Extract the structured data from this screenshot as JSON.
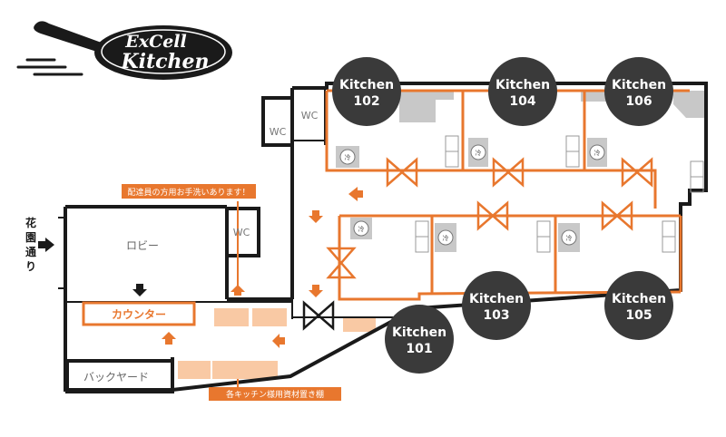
{
  "logo": {
    "line1": "ExCell",
    "line2": "Kitchen"
  },
  "street_label": [
    "花",
    "園",
    "通",
    "り"
  ],
  "rooms": {
    "wc_top": "WC",
    "wc_left": "WC",
    "wc_lobby": "WC",
    "lobby": "ロビー",
    "backyard": "バックヤード",
    "counter": "カウンター"
  },
  "notes": {
    "handwash": "配達員の方用お手洗いあります！",
    "shelf": "各キッチン様用資材置き棚"
  },
  "fridge_icon": "冷",
  "kitchens": [
    {
      "label": "Kitchen",
      "number": "102"
    },
    {
      "label": "Kitchen",
      "number": "104"
    },
    {
      "label": "Kitchen",
      "number": "106"
    },
    {
      "label": "Kitchen",
      "number": "103"
    },
    {
      "label": "Kitchen",
      "number": "105"
    },
    {
      "label": "Kitchen",
      "number": "101"
    }
  ],
  "colors": {
    "accent": "#e8772e",
    "wall": "#1a1a1a",
    "badge": "#3a3a3a",
    "shelf_fill": "#f9c9a4",
    "gray_fill": "#c8c8c8"
  }
}
